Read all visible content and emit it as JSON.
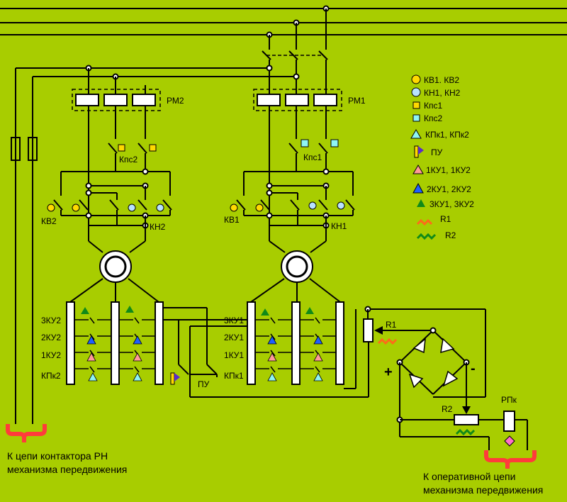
{
  "labels": {
    "rm2": "РМ2",
    "rm1": "РМ1",
    "kps2": "Кпс2",
    "kps1": "Кпс1",
    "kv2": "КВ2",
    "kn2": "КН2",
    "kv1": "КВ1",
    "kn1": "КН1",
    "ku_left": [
      "3КУ2",
      "2КУ2",
      "1КУ2",
      "КПк2"
    ],
    "ku_right": [
      "3КУ1",
      "2КУ1",
      "1КУ1",
      "КПк1"
    ],
    "pu": "ПУ",
    "r1": "R1",
    "r2": "R2",
    "rpk": "РПк",
    "plus": "+",
    "minus": "-",
    "bottom_left_1": "К цепи контактора РН",
    "bottom_left_2": "механизма передвижения",
    "bottom_right_1": "К оперативной   цепи",
    "bottom_right_2": "механизма передвижения"
  },
  "legend": [
    {
      "symbol": "circle-yellow",
      "text": "КВ1. КВ2"
    },
    {
      "symbol": "circle-blue",
      "text": "КН1, КН2"
    },
    {
      "symbol": "square-yellow",
      "text": "Кпс1"
    },
    {
      "symbol": "square-cyan",
      "text": "Кпс2"
    },
    {
      "symbol": "triangle-cyan",
      "text": "КПк1, КПк2"
    },
    {
      "symbol": "flag-pu",
      "text": "ПУ"
    },
    {
      "symbol": "triangle-pink",
      "text": "1КУ1, 1КУ2"
    },
    {
      "symbol": "triangle-blue",
      "text": "2КУ1, 2КУ2"
    },
    {
      "symbol": "triangle-green",
      "text": "3КУ1, 3КУ2"
    },
    {
      "symbol": "zigzag-orange",
      "text": "R1"
    },
    {
      "symbol": "zigzag-green",
      "text": "R2"
    }
  ],
  "colors": {
    "background": "#a8cd00",
    "yellow": "#ffd900",
    "light_blue": "#b8e2ff",
    "cyan": "#8ff5f5",
    "pink": "#ff9a9a",
    "blue": "#1f5fff",
    "green": "#118a18",
    "orange": "#ff6a1a",
    "red": "#ff3b3b",
    "magenta": "#ff6fc8"
  }
}
